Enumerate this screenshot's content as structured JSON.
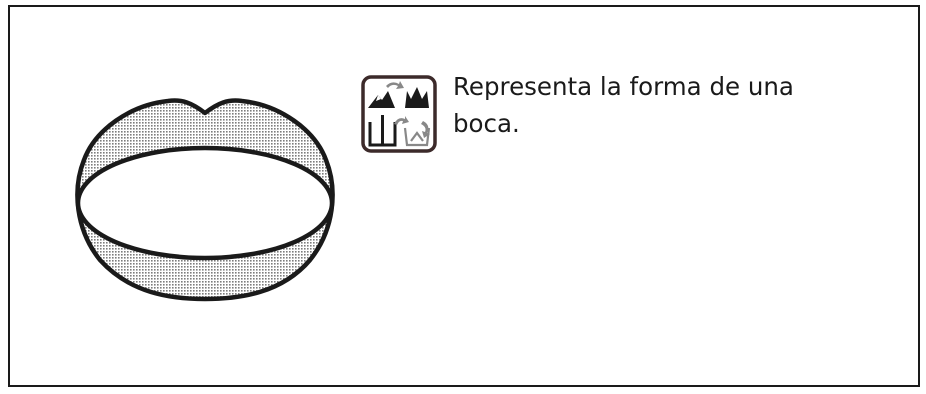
{
  "caption": {
    "text": "Representa la forma de una boca."
  },
  "figure": {
    "subject": "mouth-lips",
    "fill_pattern": "dotted-grey"
  },
  "symbol": {
    "icon": "pictograph-origin-icon"
  },
  "colors": {
    "stroke": "#1a1a1a",
    "lip_fill_dot": "#7d7d7d",
    "badge_border": "#3c2a2a",
    "icon_arrow": "#888888"
  }
}
